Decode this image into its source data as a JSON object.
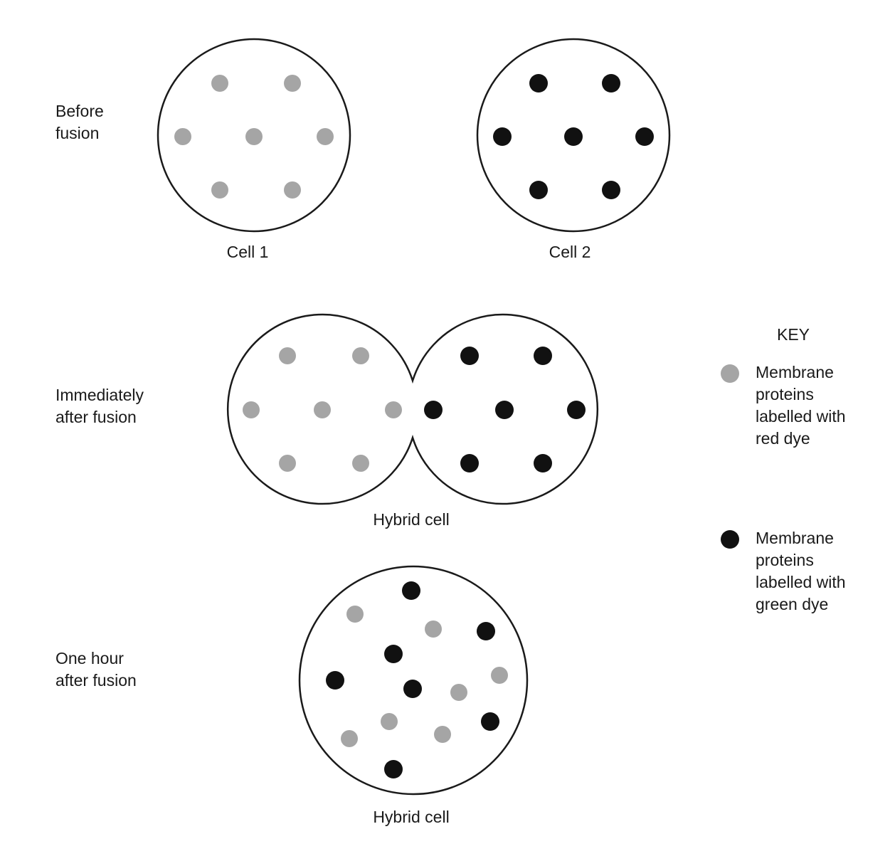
{
  "colors": {
    "red_dye_protein": "#a5a5a5",
    "green_dye_protein": "#111111",
    "outline": "#1a1a1a"
  },
  "stages": {
    "before": [
      "Before",
      "fusion"
    ],
    "immediately": [
      "Immediately",
      "after fusion"
    ],
    "one_hour": [
      "One hour",
      "after fusion"
    ]
  },
  "cells": {
    "cell1": "Cell 1",
    "cell2": "Cell 2",
    "hybrid_immediate": "Hybrid cell",
    "hybrid_one_hour": "Hybrid cell"
  },
  "key": {
    "title": "KEY",
    "red": [
      "Membrane",
      "proteins",
      "labelled with",
      "red dye"
    ],
    "green": [
      "Membrane",
      "proteins",
      "labelled with",
      "green dye"
    ]
  }
}
